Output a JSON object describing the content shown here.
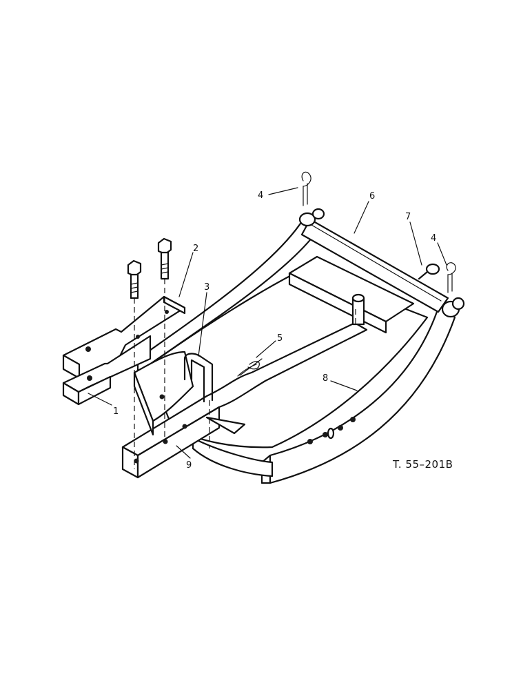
{
  "diagram": {
    "drawing_number": "T. 55–201B",
    "callouts": [
      {
        "id": "1",
        "label": "1"
      },
      {
        "id": "2",
        "label": "2"
      },
      {
        "id": "3",
        "label": "3"
      },
      {
        "id": "4a",
        "label": "4"
      },
      {
        "id": "4b",
        "label": "4"
      },
      {
        "id": "5",
        "label": "5"
      },
      {
        "id": "6",
        "label": "6"
      },
      {
        "id": "7",
        "label": "7"
      },
      {
        "id": "8",
        "label": "8"
      },
      {
        "id": "9",
        "label": "9"
      }
    ],
    "colors": {
      "ink": "#111111",
      "background": "#ffffff"
    }
  }
}
